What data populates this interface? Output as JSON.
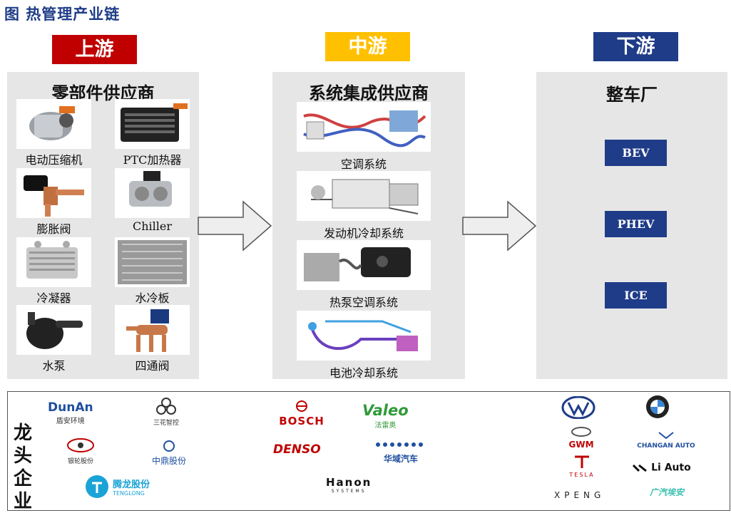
{
  "title": "图 热管理产业链",
  "colors": {
    "upstream": "#c00000",
    "midstream": "#ffc000",
    "downstream": "#1f3c88",
    "panel": "#e6e6e6"
  },
  "upstream": {
    "label": "上游",
    "panel_title": "零部件供应商",
    "items": [
      "电动压缩机",
      "PTC加热器",
      "膨胀阀",
      "Chiller",
      "冷凝器",
      "水冷板",
      "水泵",
      "四通阀"
    ]
  },
  "midstream": {
    "label": "中游",
    "panel_title": "系统集成供应商",
    "items": [
      "空调系统",
      "发动机冷却系统",
      "热泵空调系统",
      "电池冷却系统"
    ]
  },
  "downstream": {
    "label": "下游",
    "panel_title": "整车厂",
    "items": [
      "BEV",
      "PHEV",
      "ICE"
    ]
  },
  "leaders": {
    "label": "龙头企业",
    "upstream_logos": [
      {
        "name": "DunAn",
        "sub": "盾安环境"
      },
      {
        "name": "三花智控"
      },
      {
        "name": "银轮股份"
      },
      {
        "name": "中鼎股份"
      },
      {
        "name": "腾龙股份",
        "sub": "TENGLONG"
      }
    ],
    "midstream_logos": [
      {
        "name": "BOSCH"
      },
      {
        "name": "Valeo",
        "sub": "法雷奥"
      },
      {
        "name": "DENSO"
      },
      {
        "name": "华域汽车"
      },
      {
        "name": "Hanon",
        "sub": "SYSTEMS"
      }
    ],
    "downstream_logos": [
      {
        "name": "GWM"
      },
      {
        "name": "CHANGAN AUTO"
      },
      {
        "name": "TESLA"
      },
      {
        "name": "Li Auto"
      },
      {
        "name": "XPENG"
      },
      {
        "name": "广汽埃安"
      }
    ]
  }
}
